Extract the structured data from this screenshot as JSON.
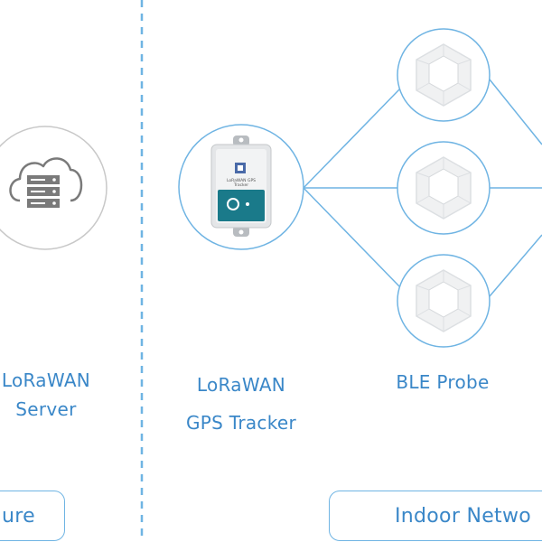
{
  "colors": {
    "accent": "#3a87c8",
    "line": "#6fb4e3",
    "server_ring": "#c8c8c8",
    "tracker_teal": "#1a7a8a"
  },
  "nodes": {
    "server": {
      "icon": "cloud-server-icon",
      "label_line1": "LoRaWAN",
      "label_line2": "Server"
    },
    "tracker": {
      "icon": "gps-tracker-device-icon",
      "device_text1": "LoRaWAN GPS",
      "device_text2": "Tracker",
      "label_line1": "LoRaWAN",
      "label_line2": "GPS Tracker"
    },
    "probe": {
      "icon": "ble-probe-icon",
      "label": "BLE Probe"
    }
  },
  "sections": {
    "left_pill": "ure",
    "right_pill": "Indoor Netwo"
  }
}
